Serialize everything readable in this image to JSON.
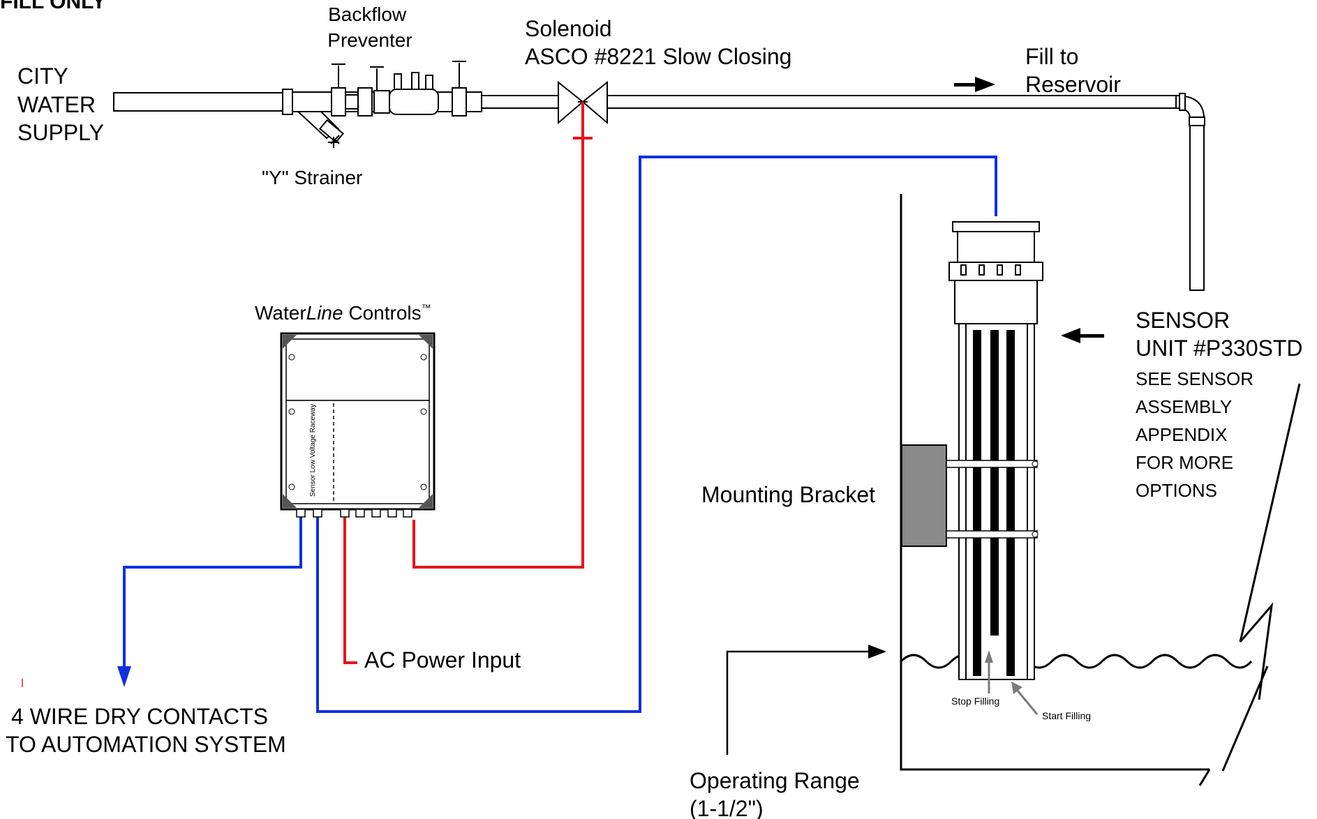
{
  "header": {
    "title": "FILL ONLY"
  },
  "labels": {
    "city_water_supply": [
      "CITY",
      "WATER",
      "SUPPLY"
    ],
    "backflow_preventer": [
      "Backflow",
      "Preventer"
    ],
    "solenoid": [
      "Solenoid",
      "ASCO #8221 Slow Closing"
    ],
    "fill_to_reservoir": [
      "Fill to",
      "Reservoir"
    ],
    "y_strainer": "\"Y\" Strainer",
    "controller_title": {
      "prefix": "Water",
      "italic": "Line",
      "suffix": " Controls",
      "trademark": "™"
    },
    "raceway": "Sensor Low Voltage Raceway",
    "sensor_unit": [
      "SENSOR",
      "UNIT  #P330STD"
    ],
    "sensor_note": [
      "SEE SENSOR",
      "ASSEMBLY",
      "APPENDIX",
      "FOR MORE",
      "OPTIONS"
    ],
    "mounting_bracket": "Mounting Bracket",
    "ac_power_input": "AC Power Input",
    "dry_contacts": [
      "4 WIRE DRY CONTACTS",
      "TO AUTOMATION SYSTEM"
    ],
    "operating_range": [
      "Operating Range",
      "(1-1/2\")"
    ],
    "stop_filling": "Stop Filling",
    "start_filling": "Start Filling"
  },
  "colors": {
    "power_wire": "#e8141b",
    "sensor_wire": "#1030e0",
    "bracket": "#8a8a8a",
    "line": "#000000"
  },
  "icons": [
    "arrow-right-icon",
    "arrow-left-icon",
    "arrow-down-icon",
    "arrow-up-icon"
  ]
}
